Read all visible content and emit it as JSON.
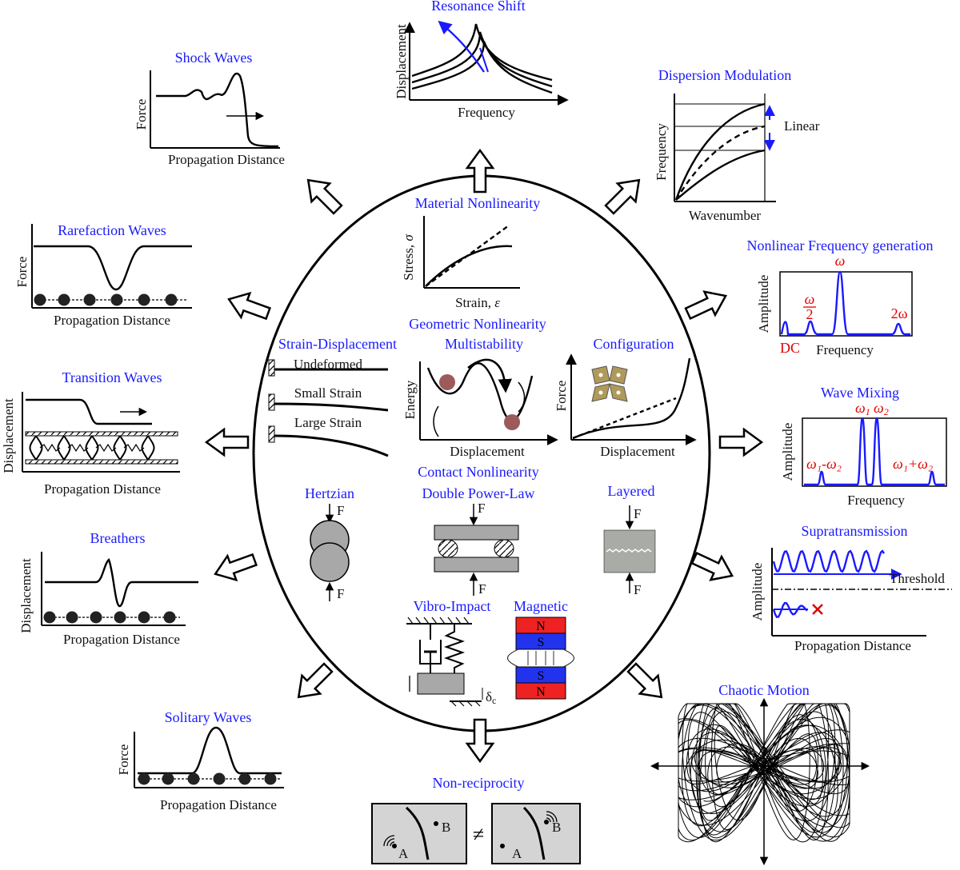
{
  "titles": {
    "resonance": "Resonance Shift",
    "shock": "Shock Waves",
    "dispersion": "Dispersion Modulation",
    "rarefaction": "Rarefaction Waves",
    "nfg": "Nonlinear Frequency generation",
    "transition": "Transition Waves",
    "mixing": "Wave Mixing",
    "breathers": "Breathers",
    "supra": "Supratransmission",
    "solitary": "Solitary Waves",
    "nonrecip": "Non-reciprocity",
    "chaotic": "Chaotic Motion",
    "material": "Material Nonlinearity",
    "geometric": "Geometric Nonlinearity",
    "straindisp": "Strain-Displacement",
    "multistab": "Multistability",
    "config": "Configuration",
    "contact": "Contact Nonlinearity",
    "hertzian": "Hertzian",
    "doublepow": "Double Power-Law",
    "layered": "Layered",
    "vibro": "Vibro-Impact",
    "magnetic": "Magnetic"
  },
  "labels": {
    "displacement": "Displacement",
    "frequency": "Frequency",
    "force": "Force",
    "propagation": "Propagation Distance",
    "wavenumber": "Wavenumber",
    "linear": "Linear",
    "amplitude": "Amplitude",
    "energy": "Energy",
    "stress": "Stress,",
    "stress_sym": "σ",
    "strain": "Strain,",
    "strain_sym": "ε",
    "undeformed": "Undeformed",
    "small_strain": "Small Strain",
    "large_strain": "Large Strain",
    "threshold": "Threshold",
    "F": "F",
    "N": "N",
    "S": "S",
    "A": "A",
    "B": "B",
    "delta": "δ",
    "delta_sub": "c",
    "neq": "≠"
  },
  "nfg": {
    "dc": "DC",
    "omega": "ω",
    "half_num": "ω",
    "half_den": "2",
    "two_omega": "2ω"
  },
  "mixing": {
    "w1": "ω",
    "w1_sub": "1",
    "w2": "ω",
    "w2_sub": "2",
    "diff": "ω₁-ω₂",
    "sum": "ω₁+ω₂"
  },
  "colors": {
    "title": "#1a1aff",
    "highlight": "#e00000",
    "magnet_north": "#ee2222",
    "magnet_south": "#2233ee"
  }
}
